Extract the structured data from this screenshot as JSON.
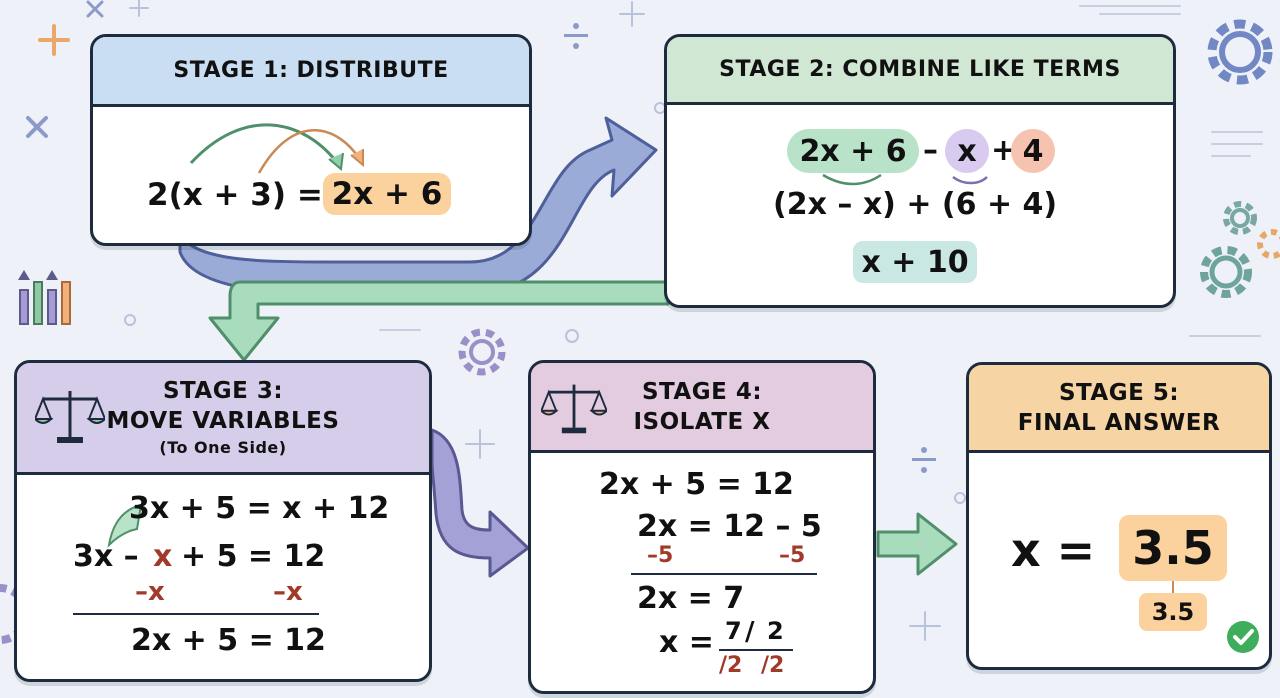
{
  "stage1": {
    "title": "STAGE 1: DISTRIBUTE",
    "eq_left": "2(x + 3) =",
    "eq_right": "2x + 6"
  },
  "stage2": {
    "title": "STAGE 2: COMBINE LIKE TERMS",
    "term_a": "2x + 6",
    "minus": "–",
    "term_b": "x",
    "plus": "+",
    "term_c": "4",
    "grouped": "(2x – x) + (6 + 4)",
    "result": "x + 10"
  },
  "stage3": {
    "title_line1": "STAGE 3:",
    "title_line2": "MOVE VARIABLES",
    "title_line3": "(To One Side)",
    "line1": "3x + 5 = x + 12",
    "line2_a": "3x –",
    "line2_b": "x",
    "line2_c": "+ 5 = 12",
    "sub_left": "–x",
    "sub_right": "–x",
    "result": "2x + 5 = 12"
  },
  "stage4": {
    "title_line1": "STAGE 4:",
    "title_line2": "ISOLATE X",
    "line1": "2x + 5 = 12",
    "line2": "2x = 12 – 5",
    "sub_left": "–5",
    "sub_right": "–5",
    "line3": "2x = 7",
    "line4_lhs": "x =",
    "frac_num_a": "7",
    "frac_slash": "/",
    "frac_num_b": "2",
    "frac_den_a": "/2",
    "frac_den_b": "/2"
  },
  "stage5": {
    "title_line1": "STAGE 5:",
    "title_line2": "FINAL ANSWER",
    "lhs": "x =",
    "answer": "3.5",
    "answer_tag": "3.5"
  },
  "symbols": {
    "plus": "+",
    "times": "×",
    "divide": "÷"
  },
  "colors": {
    "stage1_head": "#c9def3",
    "stage2_head": "#cfe7d3",
    "stage3_head": "#d6cdea",
    "stage4_head": "#e3cbe0",
    "stage5_head": "#f6d4a3",
    "highlight_orange": "#fbd19d",
    "highlight_green": "#b8e3c8",
    "highlight_purple": "#d9cbef",
    "highlight_peach": "#f7c3b1",
    "highlight_teal": "#c9e8e3",
    "arrow_blue": "#9aabd8",
    "arrow_green": "#a9dbbd",
    "arrow_purple": "#a3a1d6",
    "check_green": "#3fae5c"
  },
  "icons": [
    "gear-icon",
    "balance-scale-icon",
    "arrows-bars-icon",
    "check-icon",
    "plus-icon",
    "times-icon",
    "divide-icon"
  ]
}
